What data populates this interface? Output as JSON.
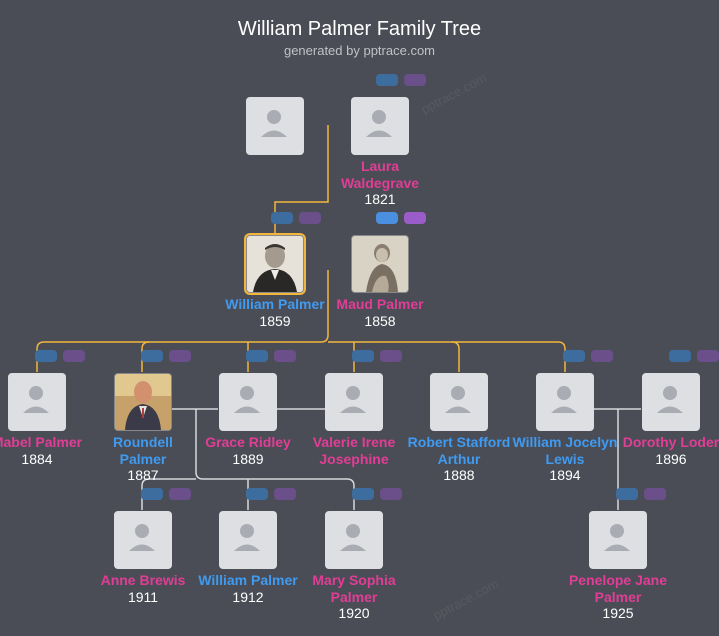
{
  "header": {
    "title": "William Palmer Family Tree",
    "subtitle": "generated by pptrace.com"
  },
  "watermark": "pptrace.com",
  "colors": {
    "background": "#4a4d55",
    "male": "#3f9bf2",
    "female": "#e23d96",
    "line_main": "#f2b63d",
    "line_secondary": "#d6d8dc"
  },
  "people": {
    "gp_unknown": {
      "name": "",
      "year": "",
      "gender": "male"
    },
    "laura": {
      "name": "Laura Waldegrave",
      "year": "1821",
      "gender": "female"
    },
    "william_1859": {
      "name": "William Palmer",
      "year": "1859",
      "gender": "male",
      "photo": "photo-of-william-palmer"
    },
    "maud": {
      "name": "Maud Palmer",
      "year": "1858",
      "gender": "female",
      "photo": "photo-of-maud-palmer"
    },
    "mabel": {
      "name": "Mabel Palmer",
      "year": "1884",
      "gender": "female"
    },
    "roundell": {
      "name": "Roundell Palmer",
      "year": "1887",
      "gender": "male",
      "photo": "photo-of-roundell-palmer"
    },
    "grace": {
      "name": "Grace Ridley",
      "year": "1889",
      "gender": "female"
    },
    "valerie": {
      "name": "Valerie Irene Josephine",
      "year": "",
      "gender": "female"
    },
    "robert": {
      "name": "Robert Stafford Arthur",
      "year": "1888",
      "gender": "male"
    },
    "william_jl": {
      "name": "William Jocelyn Lewis",
      "year": "1894",
      "gender": "male"
    },
    "dorothy": {
      "name": "Dorothy Loder",
      "year": "1896",
      "gender": "female"
    },
    "anne": {
      "name": "Anne Brewis",
      "year": "1911",
      "gender": "female"
    },
    "william_1912": {
      "name": "William Palmer",
      "year": "1912",
      "gender": "male"
    },
    "mary": {
      "name": "Mary Sophia Palmer",
      "year": "1920",
      "gender": "female"
    },
    "penelope": {
      "name": "Penelope Jane Palmer",
      "year": "1925",
      "gender": "female"
    }
  }
}
